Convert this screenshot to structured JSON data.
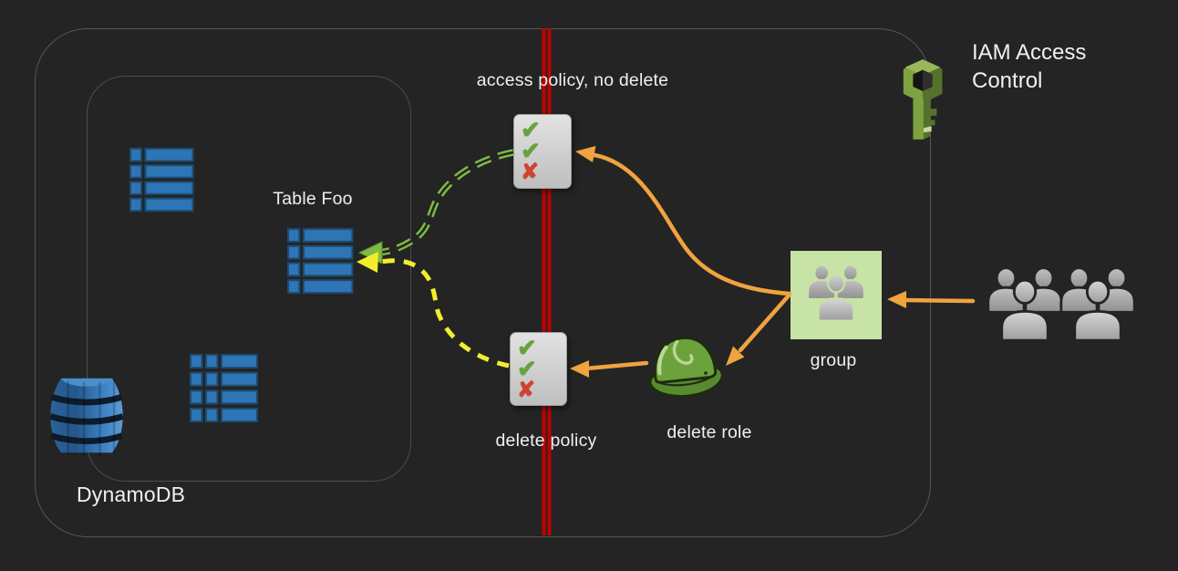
{
  "title": {
    "text": "IAM Access Control"
  },
  "dynamodb": {
    "label": "DynamoDB"
  },
  "nodes": {
    "table_foo": {
      "label": "Table Foo"
    },
    "access_policy": {
      "label": "access policy, no delete"
    },
    "delete_policy": {
      "label": "delete policy"
    },
    "delete_role": {
      "label": "delete role"
    },
    "group": {
      "label": "group"
    }
  },
  "icons": {
    "policy_marks": [
      "✔",
      "✔",
      "✘"
    ],
    "names": [
      "iam-key-icon",
      "dynamodb-db-icon",
      "dynamodb-table-icon",
      "policy-checklist-icon",
      "hard-hat-role-icon",
      "group-icon",
      "users-icon"
    ]
  },
  "edges": [
    {
      "from": "users",
      "to": "group",
      "style": "solid",
      "color": "orange"
    },
    {
      "from": "group",
      "to": "access_policy",
      "style": "solid-curve",
      "color": "orange"
    },
    {
      "from": "group",
      "to": "delete_role",
      "style": "solid",
      "color": "orange"
    },
    {
      "from": "delete_role",
      "to": "delete_policy",
      "style": "solid",
      "color": "orange"
    },
    {
      "from": "access_policy",
      "to": "table_foo",
      "style": "double-dashed",
      "color": "green"
    },
    {
      "from": "delete_policy",
      "to": "table_foo",
      "style": "dashed",
      "color": "yellow"
    }
  ],
  "barrier": {
    "style": "double-vertical-line",
    "color": "#c00000"
  },
  "colors": {
    "background": "#242424",
    "box_border": "#565656",
    "barrier_red": "#c00000",
    "arrow_orange": "#f0a33e",
    "arrow_green": "#7fbc42",
    "arrow_yellow": "#f2ee2e",
    "table_blue": "#2e75b6",
    "table_border": "#1d4b70",
    "policy_bg": "#d6d6d6",
    "check_green": "#67a33b",
    "cross_red": "#cf4330",
    "group_bg": "#c8e3a6",
    "people_gray": "#b5b5b5",
    "hat_green": "#6ba23c",
    "key_green": "#7da23f",
    "label_text": "#f0f0f0"
  }
}
